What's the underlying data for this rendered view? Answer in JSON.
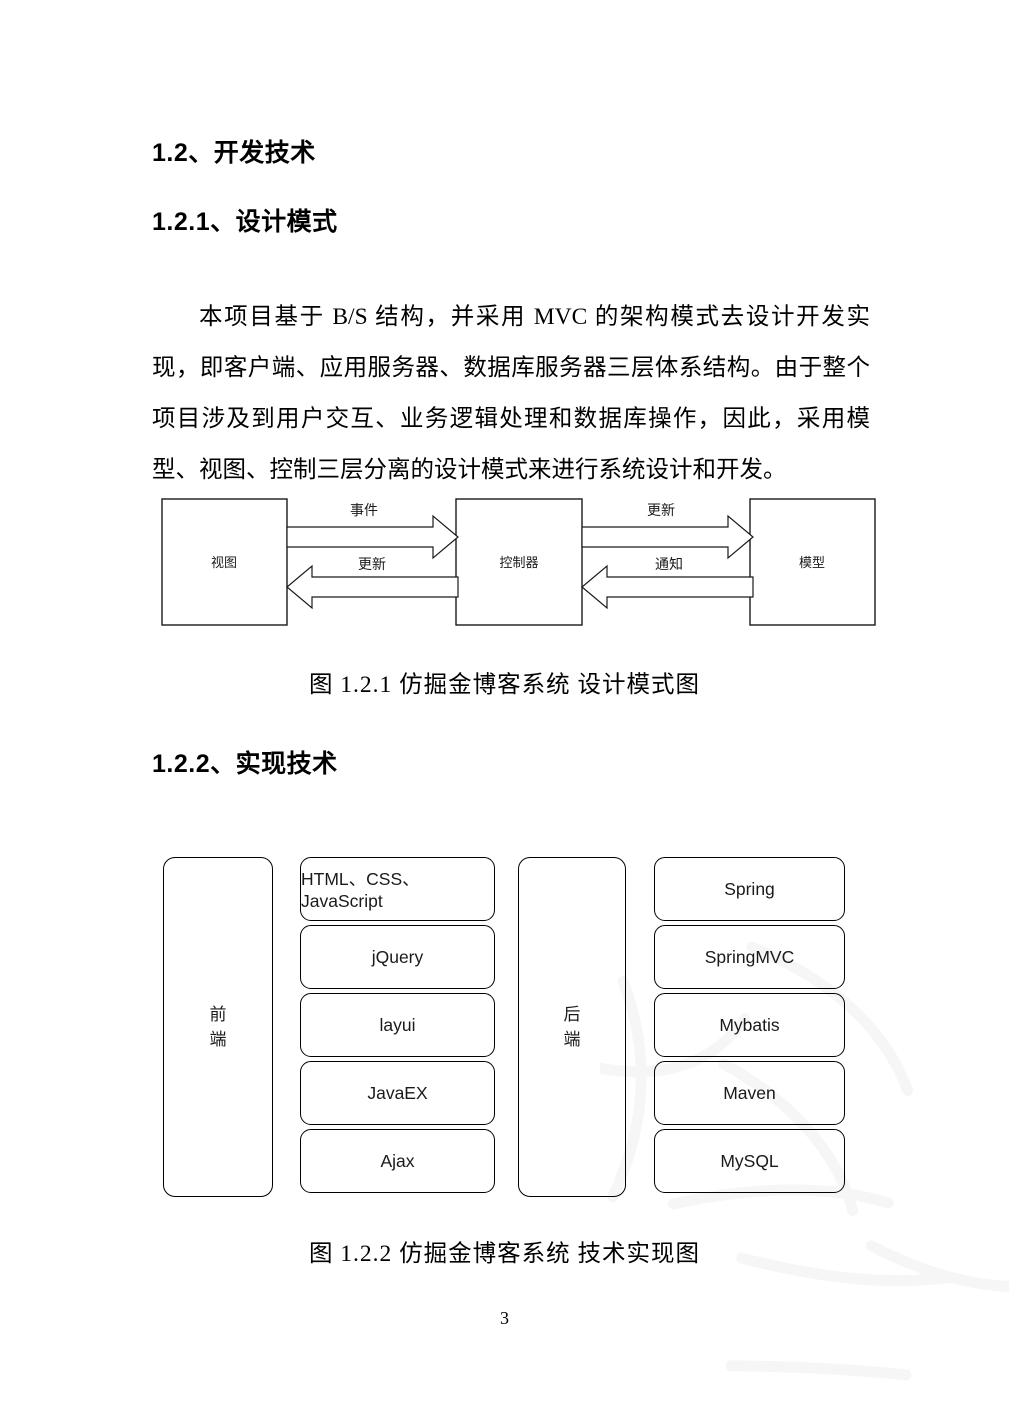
{
  "document": {
    "page_number": "3",
    "headings": {
      "section": "1.2、开发技术",
      "sub1": "1.2.1、设计模式",
      "sub2": "1.2.2、实现技术"
    },
    "paragraph": "本项目基于 B/S 结构，并采用 MVC 的架构模式去设计开发实现，即客户端、应用服务器、数据库服务器三层体系结构。由于整个项目涉及到用户交互、业务逻辑处理和数据库操作，因此，采用模型、视图、控制三层分离的设计模式来进行系统设计和开发。",
    "captions": {
      "figure_1": "图 1.2.1  仿掘金博客系统  设计模式图",
      "figure_2": "图 1.2.2  仿掘金博客系统  技术实现图"
    }
  },
  "mvc_diagram": {
    "nodes": {
      "view": "视图",
      "controller": "控制器",
      "model": "模型"
    },
    "arrows": {
      "view_to_controller": "事件",
      "controller_to_view": "更新",
      "controller_to_model": "更新",
      "model_to_controller": "通知"
    }
  },
  "tech_diagram": {
    "frontend": {
      "label": "前端",
      "items": [
        "HTML、CSS、JavaScript",
        "jQuery",
        "layui",
        "JavaEX",
        "Ajax"
      ]
    },
    "backend": {
      "label": "后端",
      "items": [
        "Spring",
        "SpringMVC",
        "Mybatis",
        "Maven",
        "MySQL"
      ]
    }
  },
  "colors": {
    "text": "#000000",
    "diagram_stroke": "#1a1a1a",
    "watermark": "#f2f2f2"
  }
}
